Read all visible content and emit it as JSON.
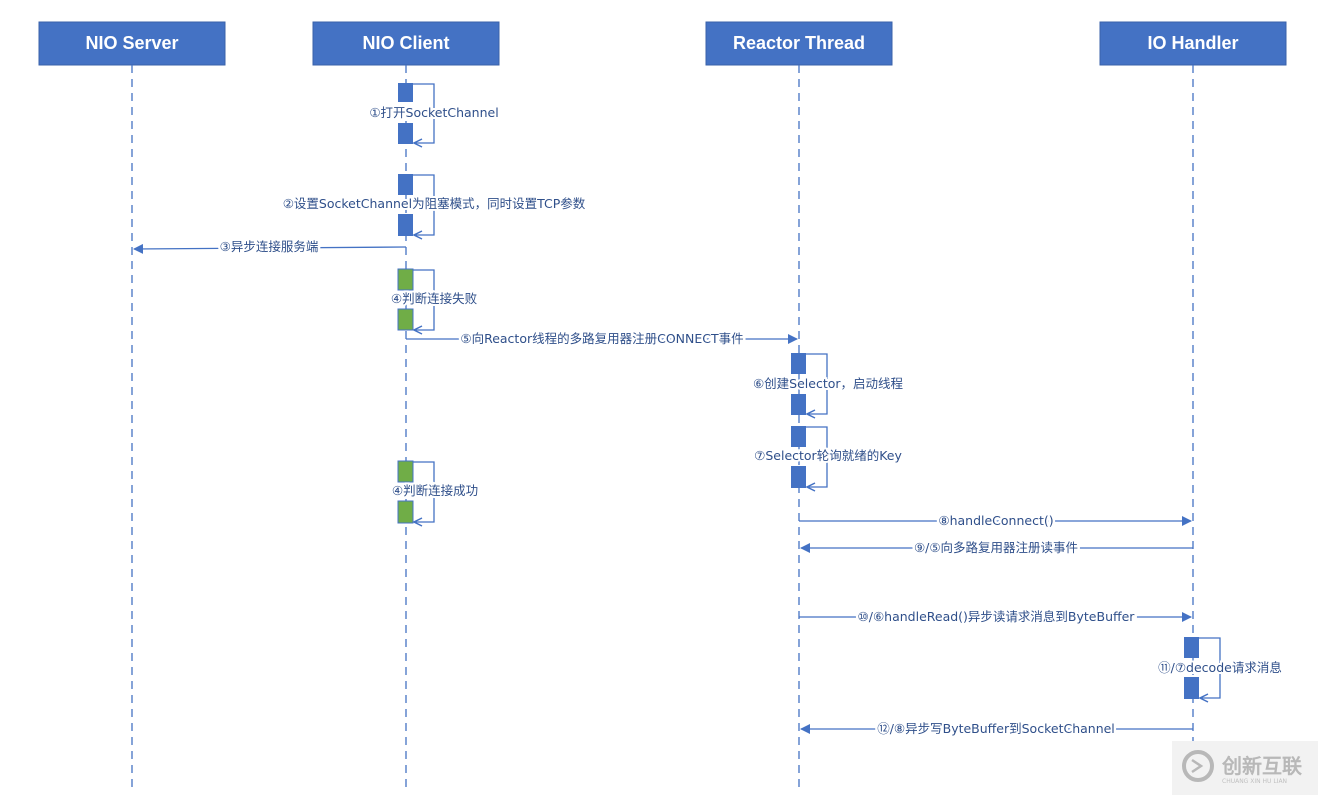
{
  "colors": {
    "header_fill": "#4472c4",
    "line": "#4472c4",
    "activation_blue": "#4472c4",
    "activation_green": "#70ad47",
    "text": "#2f4f8a"
  },
  "lifelines": {
    "nio_server": "NIO Server",
    "nio_client": "NIO Client",
    "reactor_thread": "Reactor Thread",
    "io_handler": "IO Handler"
  },
  "messages": {
    "m1": "①打开SocketChannel",
    "m2": "②设置SocketChannel为阻塞模式，同时设置TCP参数",
    "m3": "③异步连接服务端",
    "m4a": "④判断连接失败",
    "m5": "⑤向Reactor线程的多路复用器注册CONNECT事件",
    "m6": "⑥创建Selector，启动线程",
    "m7": "⑦Selector轮询就绪的Key",
    "m4b": "④判断连接成功",
    "m8": "⑧handleConnect()",
    "m9": "⑨/⑤向多路复用器注册读事件",
    "m10": "⑩/⑥handleRead()异步读请求消息到ByteBuffer",
    "m11": "⑪/⑦decode请求消息",
    "m12": "⑫/⑧异步写ByteBuffer到SocketChannel"
  },
  "watermark": {
    "icon": "logo-icon",
    "title": "创新互联",
    "subtitle": "CHUANG XIN HU LIAN"
  }
}
